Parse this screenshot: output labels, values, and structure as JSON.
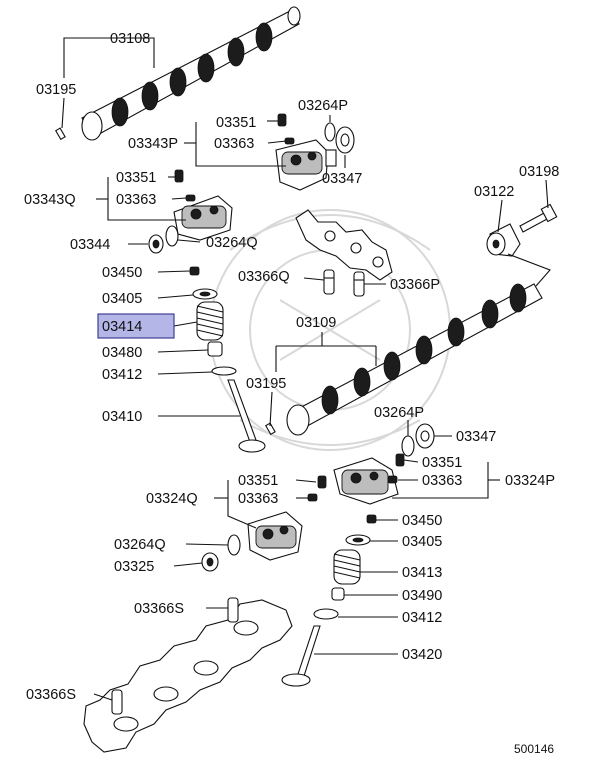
{
  "diagram_id": "500146",
  "highlighted_part": "03414",
  "labels": {
    "l03108": "03108",
    "l03195a": "03195",
    "l03351a": "03351",
    "l03264Pa": "03264P",
    "l03343P": "03343P",
    "l03363a": "03363",
    "l03347a": "03347",
    "l03351b": "03351",
    "l03343Q": "03343Q",
    "l03363b": "03363",
    "l03198": "03198",
    "l03122": "03122",
    "l03344": "03344",
    "l03264Qa": "03264Q",
    "l03450a": "03450",
    "l03366Qa": "03366Q",
    "l03366P": "03366P",
    "l03405a": "03405",
    "l03414": "03414",
    "l03109": "03109",
    "l03480": "03480",
    "l03412a": "03412",
    "l03195b": "03195",
    "l03410": "03410",
    "l03264Pb": "03264P",
    "l03347b": "03347",
    "l03351c": "03351",
    "l03351d": "03351",
    "l03363c": "03363",
    "l03324P": "03324P",
    "l03324Q": "03324Q",
    "l03363d": "03363",
    "l03450b": "03450",
    "l03264Qb": "03264Q",
    "l03405b": "03405",
    "l03325": "03325",
    "l03413": "03413",
    "l03490": "03490",
    "l03366S": "03366S",
    "l03412b": "03412",
    "l03420": "03420",
    "l03366Sb": "03366S"
  },
  "colors": {
    "highlight_fill": "#b3b6e6",
    "highlight_stroke": "#3c3f95",
    "line": "#111111"
  }
}
